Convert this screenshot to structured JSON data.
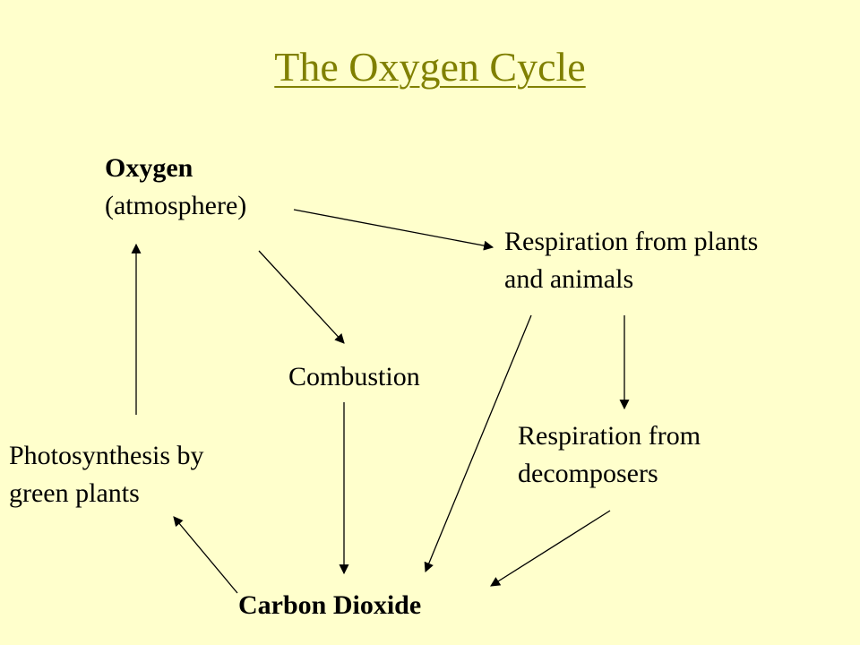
{
  "title": "The Oxygen Cycle",
  "nodes": {
    "oxygen": {
      "line1": "Oxygen",
      "line2": "(atmosphere)"
    },
    "respiration_plants_animals": {
      "line1": "Respiration from plants",
      "line2": "and animals"
    },
    "combustion": {
      "line1": "Combustion"
    },
    "respiration_decomposers": {
      "line1": "Respiration from",
      "line2": "decomposers"
    },
    "photosynthesis": {
      "line1": "Photosynthesis by",
      "line2": "green plants"
    },
    "carbon_dioxide": {
      "line1": "Carbon Dioxide"
    }
  },
  "colors": {
    "background": "#FFFFCC",
    "title": "#808000",
    "text": "#000000"
  }
}
